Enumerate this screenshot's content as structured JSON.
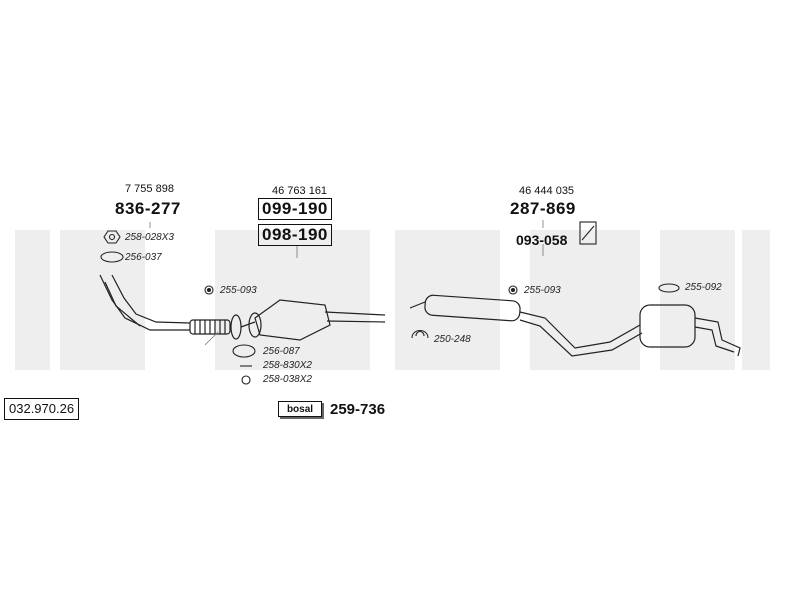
{
  "groups": [
    {
      "oe": "7 755 898",
      "part": "836-277"
    },
    {
      "oe": "46 763 161",
      "parts": [
        "099-190",
        "098-190"
      ]
    },
    {
      "oe": "46 444 035",
      "parts": [
        "287-869",
        "093-058"
      ]
    }
  ],
  "accessories": {
    "a1": "258-028X3",
    "a2": "256-037",
    "a3": "255-093",
    "a4": "256-087",
    "a5": "258-830X2",
    "a6": "258-038X2",
    "a7": "255-093",
    "a8": "250-248",
    "a9": "255-092"
  },
  "kit": {
    "logo": "bosal",
    "number": "259-736"
  },
  "reference": "032.970.26"
}
